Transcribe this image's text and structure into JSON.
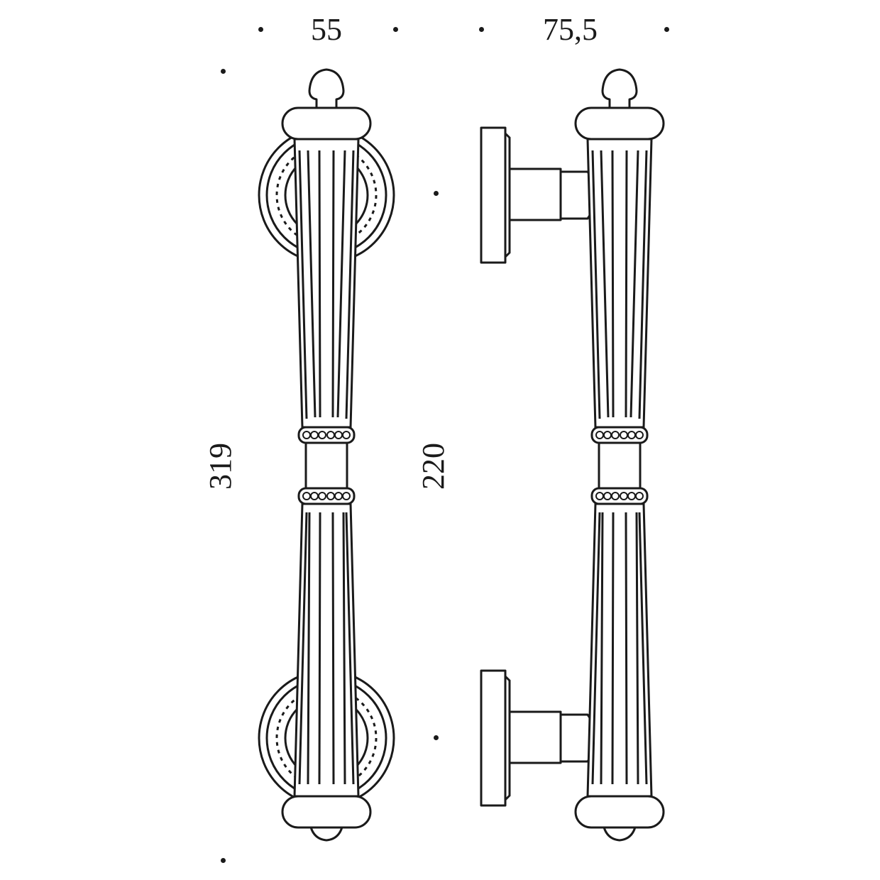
{
  "dimensions": {
    "front_width": "55",
    "side_depth": "75,5",
    "overall_length": "319",
    "center_distance": "220"
  },
  "colors": {
    "line": "#1a1a1a",
    "background": "#ffffff"
  }
}
